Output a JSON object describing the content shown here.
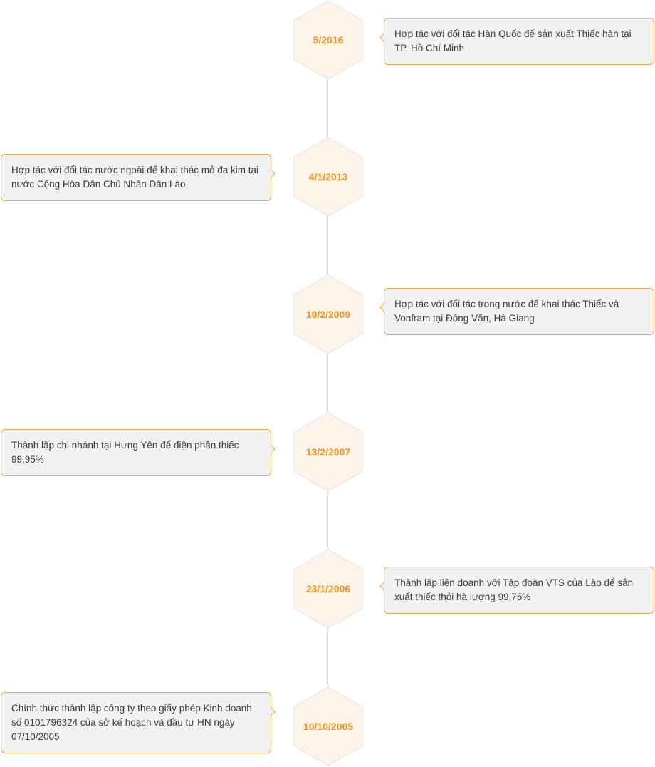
{
  "timeline": {
    "events": [
      {
        "date": "5/2016",
        "text": "Hợp tác với đối tác Hàn Quốc để sản xuất Thiếc hàn tại TP. Hồ Chí Minh"
      },
      {
        "date": "4/1/2013",
        "text": "Hợp tác với đối tác nước ngoài để khai thác mỏ đa kim tại nước Cộng Hòa Dân Chủ Nhân Dân Lào"
      },
      {
        "date": "18/2/2009",
        "text": "Hợp tác với đối tác trong nước để khai thác Thiếc và Vonfram tại Đồng Văn, Hà Giang"
      },
      {
        "date": "13/2/2007",
        "text": "Thành lập chi nhánh tại Hưng Yên để điện phân thiếc 99,95%"
      },
      {
        "date": "23/1/2006",
        "text": "Thành lập liên doanh với Tập đoàn VTS của Lào để sản xuất thiếc thỏi hà lượng 99,75%"
      },
      {
        "date": "10/10/2005",
        "text": "Chính thức thành lập công ty theo giấy phép Kinh doanh số 0101796324 của sở kế hoạch và đầu tư HN ngày 07/10/2005"
      }
    ]
  },
  "colors": {
    "accent": "#f7941d",
    "hex_fill": "#fdf3e9",
    "hex_stroke": "#e8e2dc",
    "card_bg": "#f1f1f2",
    "card_border": "#f6a64a"
  }
}
